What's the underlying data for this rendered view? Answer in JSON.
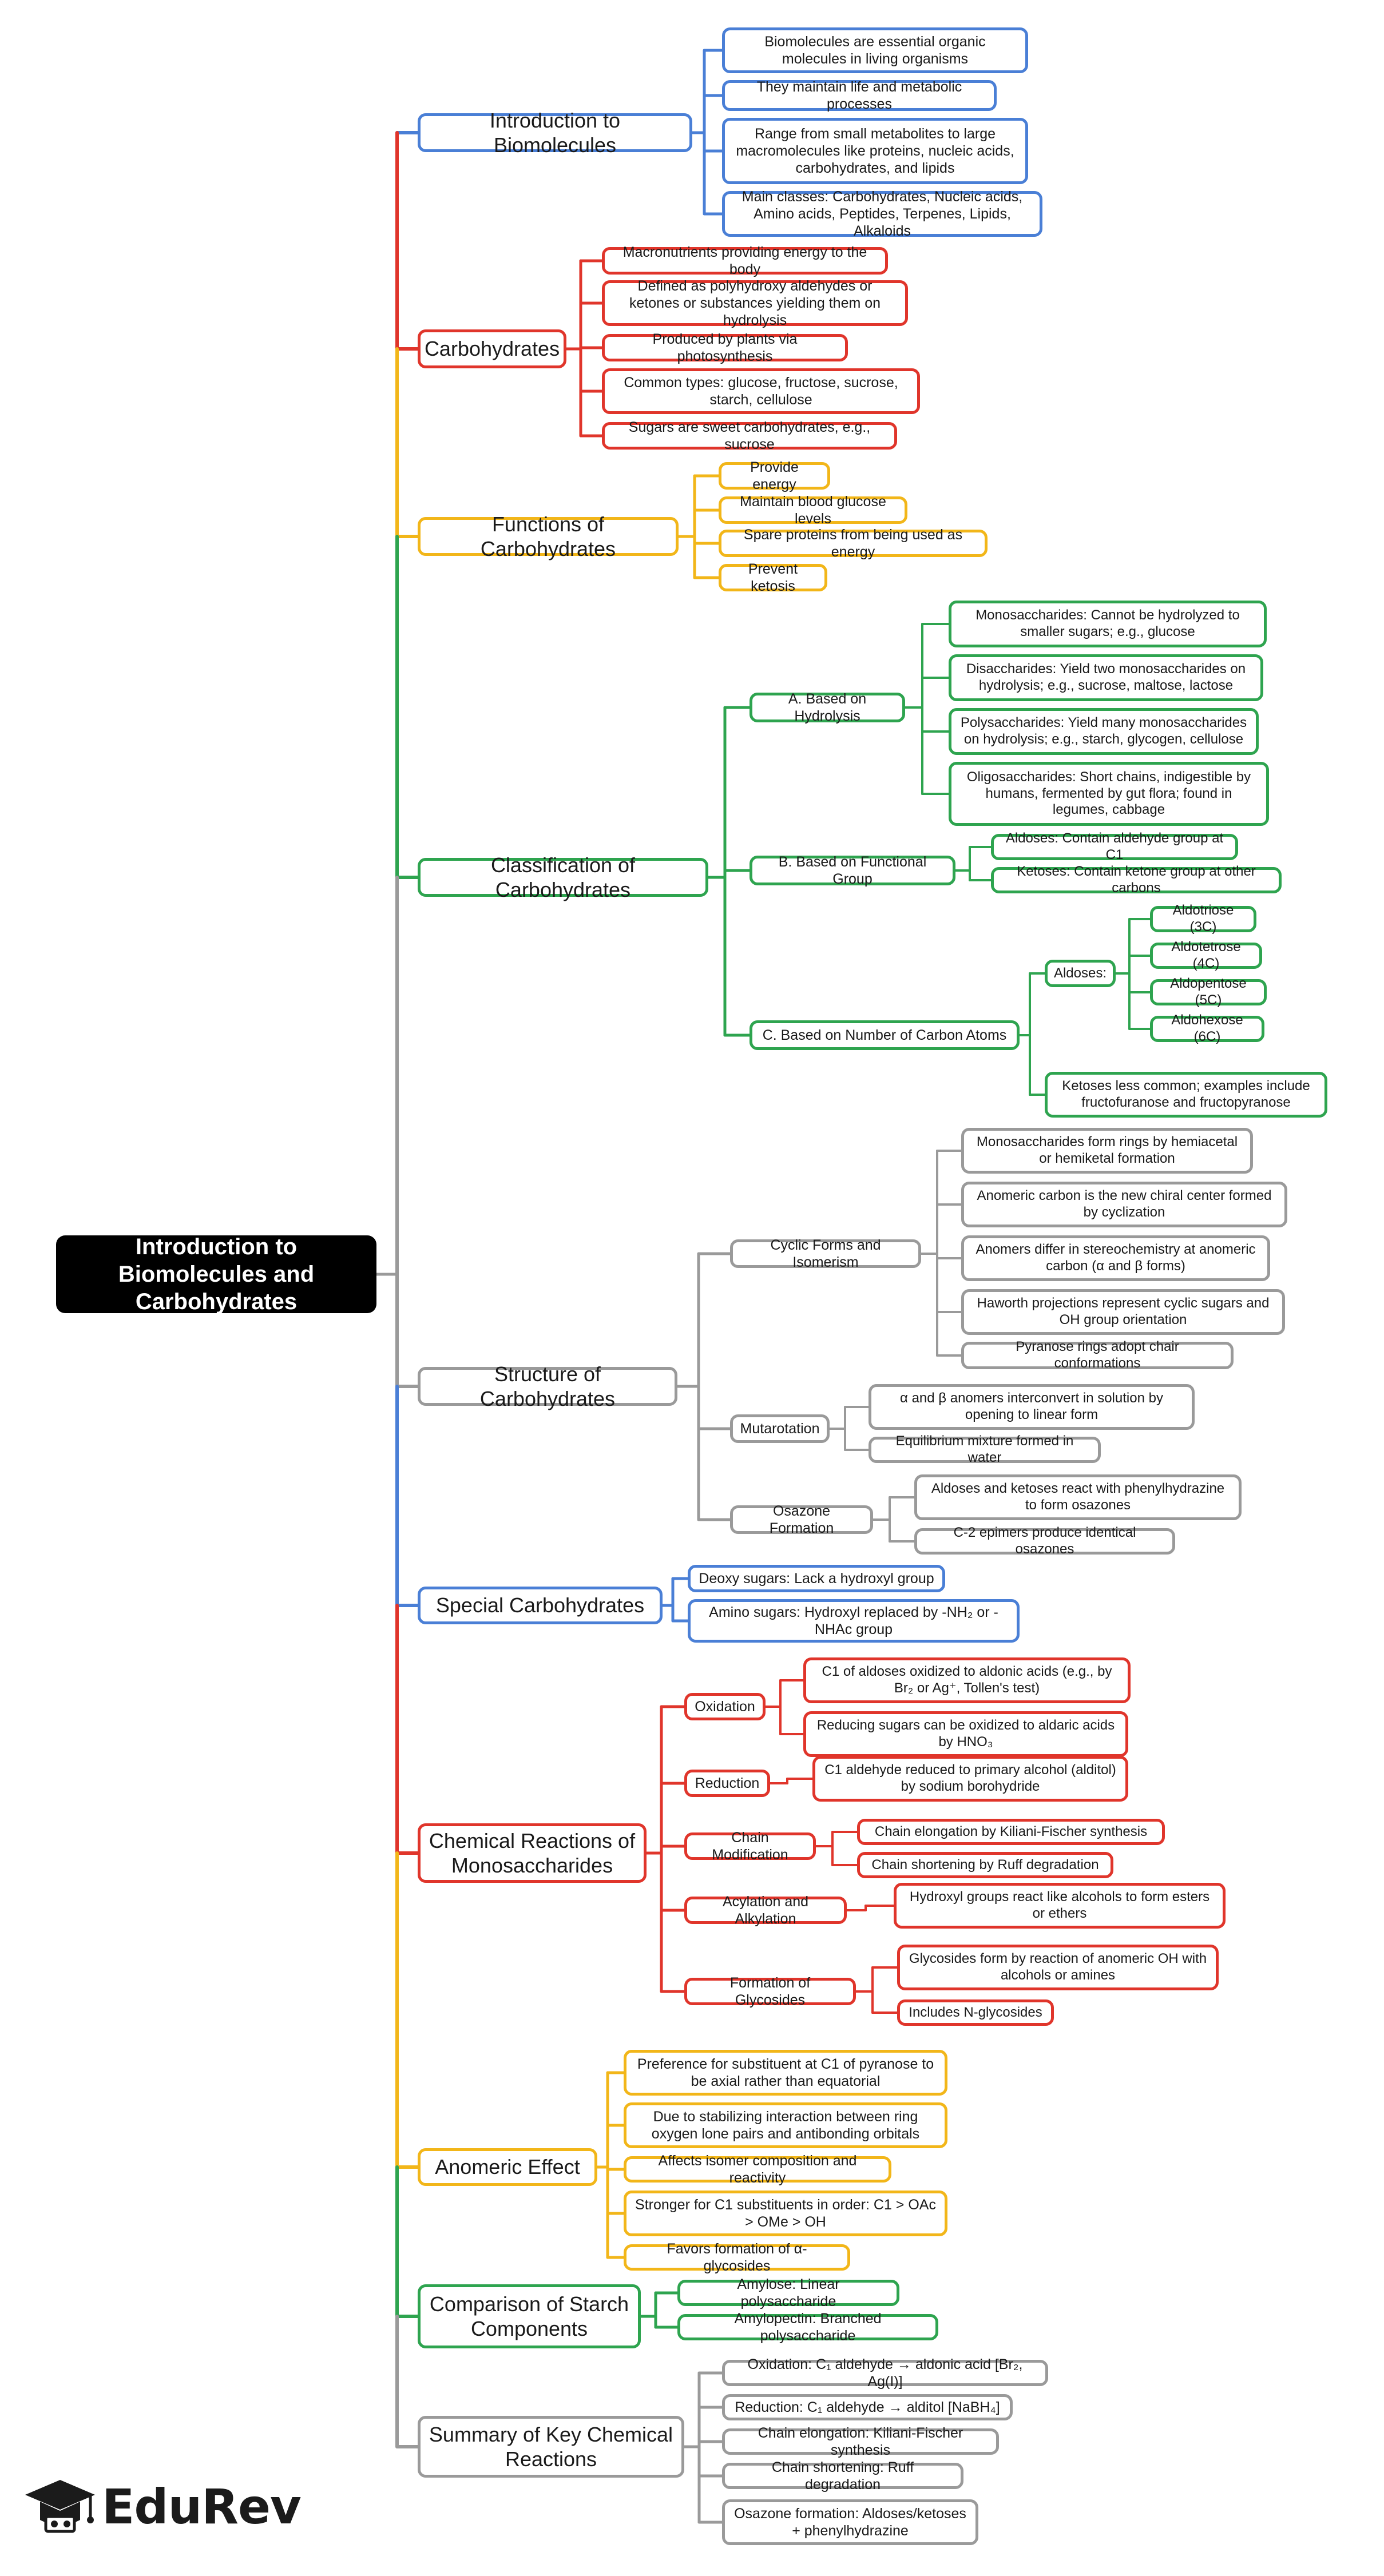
{
  "root": {
    "label": "Introduction to Biomolecules and Carbohydrates",
    "color": "#000000"
  },
  "branches": [
    {
      "label": "Introduction to Biomolecules",
      "color": "#4a7fd6",
      "children": [
        {
          "label": "Biomolecules are essential organic molecules in living organisms"
        },
        {
          "label": "They maintain life and metabolic processes"
        },
        {
          "label": "Range from small metabolites to large macromolecules like proteins, nucleic acids, carbohydrates, and lipids"
        },
        {
          "label": "Main classes: Carbohydrates, Nucleic acids, Amino acids, Peptides, Terpenes, Lipids, Alkaloids"
        }
      ]
    },
    {
      "label": "Carbohydrates",
      "color": "#e0352b",
      "children": [
        {
          "label": "Macronutrients providing energy to the body"
        },
        {
          "label": "Defined as polyhydroxy aldehydes or ketones or substances yielding them on hydrolysis"
        },
        {
          "label": "Produced by plants via photosynthesis"
        },
        {
          "label": "Common types: glucose, fructose, sucrose, starch, cellulose"
        },
        {
          "label": "Sugars are sweet carbohydrates, e.g., sucrose"
        }
      ]
    },
    {
      "label": "Functions of Carbohydrates",
      "color": "#f2b619",
      "children": [
        {
          "label": "Provide energy"
        },
        {
          "label": "Maintain blood glucose levels"
        },
        {
          "label": "Spare proteins from being used as energy"
        },
        {
          "label": "Prevent ketosis"
        }
      ]
    },
    {
      "label": "Classification of Carbohydrates",
      "color": "#2ea44f",
      "children": [
        {
          "label": "A. Based on Hydrolysis",
          "children": [
            {
              "label": "Monosaccharides: Cannot be hydrolyzed to smaller sugars; e.g., glucose"
            },
            {
              "label": "Disaccharides: Yield two monosaccharides on hydrolysis; e.g., sucrose, maltose, lactose"
            },
            {
              "label": "Polysaccharides: Yield many monosaccharides on hydrolysis; e.g., starch, glycogen, cellulose"
            },
            {
              "label": "Oligosaccharides: Short chains, indigestible by humans, fermented by gut flora; found in legumes, cabbage"
            }
          ]
        },
        {
          "label": "B. Based on Functional Group",
          "children": [
            {
              "label": "Aldoses: Contain aldehyde group at C1"
            },
            {
              "label": "Ketoses: Contain ketone group at other carbons"
            }
          ]
        },
        {
          "label": "C. Based on Number of Carbon Atoms",
          "children": [
            {
              "label": "Aldoses:",
              "children": [
                {
                  "label": "Aldotriose (3C)"
                },
                {
                  "label": "Aldotetrose (4C)"
                },
                {
                  "label": "Aldopentose (5C)"
                },
                {
                  "label": "Aldohexose (6C)"
                }
              ]
            },
            {
              "label": "Ketoses less common; examples include fructofuranose and fructopyranose"
            }
          ]
        }
      ]
    },
    {
      "label": "Structure of Carbohydrates",
      "color": "#9a9a9a",
      "children": [
        {
          "label": "Cyclic Forms and Isomerism",
          "children": [
            {
              "label": "Monosaccharides form rings by hemiacetal or hemiketal formation"
            },
            {
              "label": "Anomeric carbon is the new chiral center formed by cyclization"
            },
            {
              "label": "Anomers differ in stereochemistry at anomeric carbon (α and β forms)"
            },
            {
              "label": "Haworth projections represent cyclic sugars and OH group orientation"
            },
            {
              "label": "Pyranose rings adopt chair conformations"
            }
          ]
        },
        {
          "label": "Mutarotation",
          "children": [
            {
              "label": "α and β anomers interconvert in solution by opening to linear form"
            },
            {
              "label": "Equilibrium mixture formed in water"
            }
          ]
        },
        {
          "label": "Osazone Formation",
          "children": [
            {
              "label": "Aldoses and ketoses react with phenylhydrazine to form osazones"
            },
            {
              "label": "C-2 epimers produce identical osazones"
            }
          ]
        }
      ]
    },
    {
      "label": "Special Carbohydrates",
      "color": "#4a7fd6",
      "children": [
        {
          "label": "Deoxy sugars: Lack a hydroxyl group"
        },
        {
          "label": "Amino sugars: Hydroxyl replaced by -NH₂ or -NHAc group"
        }
      ]
    },
    {
      "label": "Chemical Reactions of Monosaccharides",
      "color": "#e0352b",
      "children": [
        {
          "label": "Oxidation",
          "children": [
            {
              "label": "C1 of aldoses oxidized to aldonic acids (e.g., by Br₂ or Ag⁺, Tollen's test)"
            },
            {
              "label": "Reducing sugars can be oxidized to aldaric acids by HNO₃"
            }
          ]
        },
        {
          "label": "Reduction",
          "children": [
            {
              "label": "C1 aldehyde reduced to primary alcohol (alditol) by sodium borohydride"
            }
          ]
        },
        {
          "label": "Chain Modification",
          "children": [
            {
              "label": "Chain elongation by Kiliani-Fischer synthesis"
            },
            {
              "label": "Chain shortening by Ruff degradation"
            }
          ]
        },
        {
          "label": "Acylation and Alkylation",
          "children": [
            {
              "label": "Hydroxyl groups react like alcohols to form esters or ethers"
            }
          ]
        },
        {
          "label": "Formation of Glycosides",
          "children": [
            {
              "label": "Glycosides form by reaction of anomeric OH with alcohols or amines"
            },
            {
              "label": "Includes N-glycosides"
            }
          ]
        }
      ]
    },
    {
      "label": "Anomeric Effect",
      "color": "#f2b619",
      "children": [
        {
          "label": "Preference for substituent at C1 of pyranose to be axial rather than equatorial"
        },
        {
          "label": "Due to stabilizing interaction between ring oxygen lone pairs and antibonding orbitals"
        },
        {
          "label": "Affects isomer composition and reactivity"
        },
        {
          "label": "Stronger for C1 substituents in order: C1 > OAc > OMe > OH"
        },
        {
          "label": "Favors formation of α-glycosides"
        }
      ]
    },
    {
      "label": "Comparison of Starch Components",
      "color": "#2ea44f",
      "children": [
        {
          "label": "Amylose: Linear polysaccharide"
        },
        {
          "label": "Amylopectin: Branched polysaccharide"
        }
      ]
    },
    {
      "label": "Summary of Key Chemical Reactions",
      "color": "#9a9a9a",
      "children": [
        {
          "label": "Oxidation: C₁ aldehyde → aldonic acid [Br₂, Ag(I)]"
        },
        {
          "label": "Reduction: C₁ aldehyde → alditol [NaBH₄]"
        },
        {
          "label": "Chain elongation: Kiliani-Fischer synthesis"
        },
        {
          "label": "Chain shortening: Ruff degradation"
        },
        {
          "label": "Osazone formation: Aldoses/ketoses + phenylhydrazine"
        }
      ]
    }
  ],
  "logo": {
    "text": "EduRev",
    "icon": "graduation-cap-icon"
  }
}
